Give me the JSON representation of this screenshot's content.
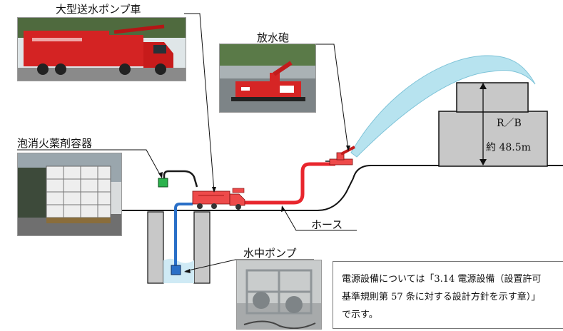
{
  "labels": {
    "pump_truck": "大型送水ポンプ車",
    "water_cannon": "放水砲",
    "foam_container": "泡消火薬剤容器",
    "hose": "ホース",
    "submersible_pump": "水中ポンプ",
    "building": "R／B",
    "height": "約 48.5m"
  },
  "note": {
    "line1": "電源設備については「3.14 電源設備（設置許可",
    "line2": "基準規則第 57 条に対する設計方針を示す章）」",
    "line3": "で示す。"
  },
  "colors": {
    "hose": "#e8262d",
    "suction": "#2a6fc7",
    "foam_line": "#1a1a1a",
    "foam_valve": "#2bb24c",
    "building": "#c8c8c8",
    "water_spray": "#b7e3ef",
    "truck": "#ee4a4a"
  }
}
